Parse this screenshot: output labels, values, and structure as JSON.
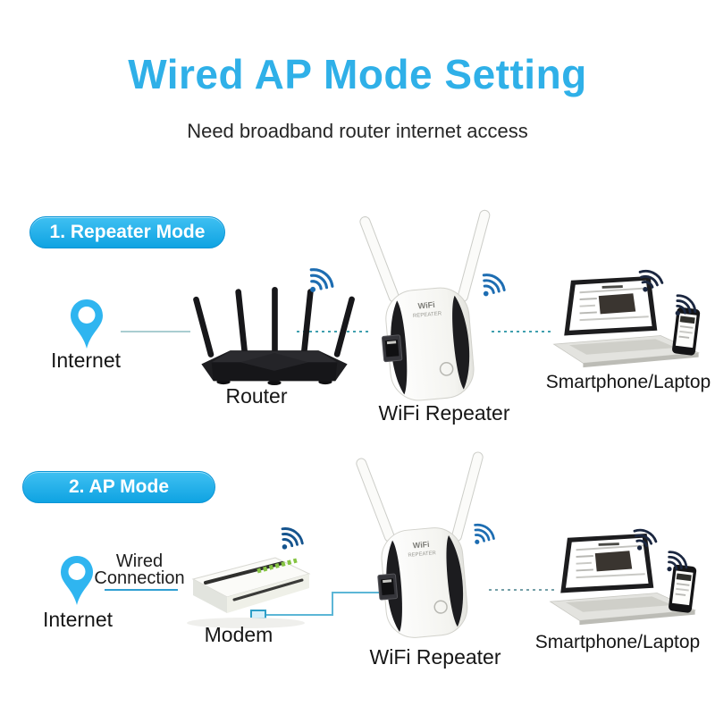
{
  "header": {
    "title": "Wired AP Mode Setting",
    "subtitle": "Need broadband router internet access"
  },
  "colors": {
    "title_blue": "#2fb0e8",
    "badge_blue": "#18a9e6",
    "pin_blue": "#2fb5f0",
    "wifi_blue": "#1d6db2",
    "wifi_dark_navy": "#1b2740",
    "solid_line_teal": "#a9cdd1",
    "dotted_line_teal": "#3f9fae",
    "wired_line_blue": "#5cb6d6",
    "text_dark": "#161616"
  },
  "sections": [
    {
      "badge": "1. Repeater Mode",
      "nodes": [
        {
          "label": "Internet"
        },
        {
          "label": "Router"
        },
        {
          "label": "WiFi Repeater"
        },
        {
          "label": "Smartphone/Laptop"
        }
      ]
    },
    {
      "badge": "2. AP Mode",
      "connection": {
        "line1": "Wired",
        "line2": "Connection"
      },
      "nodes": [
        {
          "label": "Internet"
        },
        {
          "label": "Modem"
        },
        {
          "label": "WiFi Repeater"
        },
        {
          "label": "Smartphone/Laptop"
        }
      ]
    }
  ],
  "repeater_device": {
    "brand_line1": "WiFi",
    "brand_line2": "REPEATER"
  }
}
